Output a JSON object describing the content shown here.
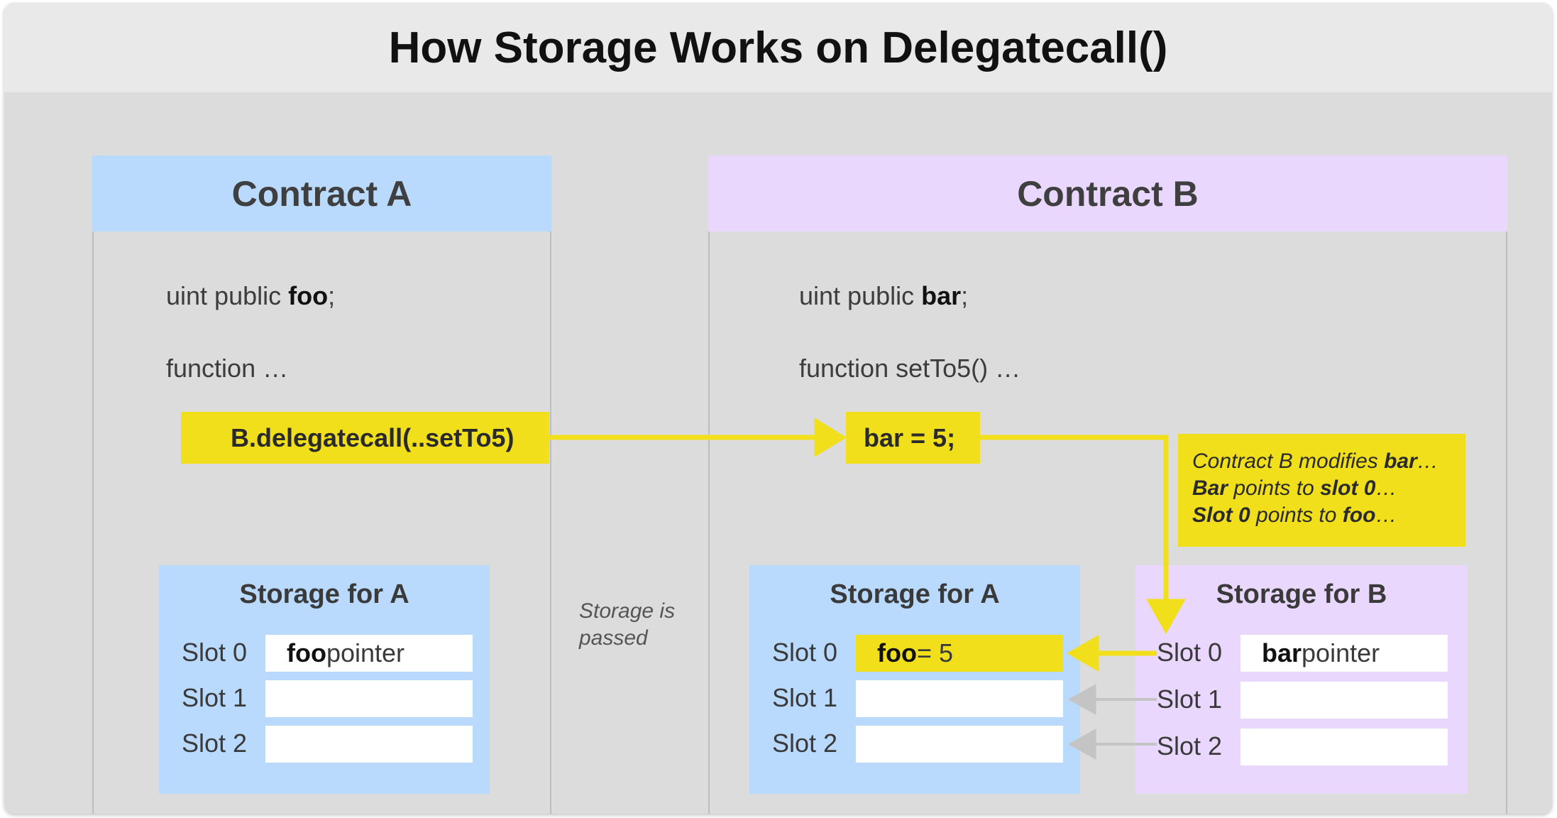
{
  "title": "How Storage Works on Delegatecall()",
  "contract_a": {
    "header": "Contract A",
    "var_decl": {
      "prefix": "uint public ",
      "name": "foo",
      "suffix": ";"
    },
    "function_line": "function …",
    "call": "B.delegatecall(..setTo5)",
    "storage": {
      "title": "Storage for A",
      "slots": [
        {
          "label": "Slot 0",
          "value_bold": "foo",
          "value_rest": " pointer"
        },
        {
          "label": "Slot 1",
          "value_bold": "",
          "value_rest": ""
        },
        {
          "label": "Slot 2",
          "value_bold": "",
          "value_rest": ""
        }
      ]
    }
  },
  "passed_note": {
    "line1": "Storage is",
    "line2": "passed"
  },
  "contract_b": {
    "header": "Contract B",
    "var_decl": {
      "prefix": "uint public ",
      "name": "bar",
      "suffix": ";"
    },
    "function_line": "function setTo5() …",
    "assignment": "bar = 5;",
    "note": [
      {
        "parts": [
          {
            "t": "Contract B modifies ",
            "b": false
          },
          {
            "t": "bar",
            "b": true
          },
          {
            "t": "…",
            "b": false
          }
        ]
      },
      {
        "parts": [
          {
            "t": "Bar",
            "b": true
          },
          {
            "t": " points to ",
            "b": false
          },
          {
            "t": "slot 0",
            "b": true
          },
          {
            "t": "…",
            "b": false
          }
        ]
      },
      {
        "parts": [
          {
            "t": "Slot 0",
            "b": true
          },
          {
            "t": " points to ",
            "b": false
          },
          {
            "t": "foo",
            "b": true
          },
          {
            "t": "…",
            "b": false
          }
        ]
      }
    ],
    "storage_a": {
      "title": "Storage for A",
      "slots": [
        {
          "label": "Slot 0",
          "value_bold": "foo",
          "value_rest": " = 5"
        },
        {
          "label": "Slot 1",
          "value_bold": "",
          "value_rest": ""
        },
        {
          "label": "Slot 2",
          "value_bold": "",
          "value_rest": ""
        }
      ]
    },
    "storage_b": {
      "title": "Storage for B",
      "slots": [
        {
          "label": "Slot 0",
          "value_bold": "bar",
          "value_rest": " pointer"
        },
        {
          "label": "Slot 1",
          "value_bold": "",
          "value_rest": ""
        },
        {
          "label": "Slot 2",
          "value_bold": "",
          "value_rest": ""
        }
      ]
    }
  },
  "colors": {
    "contract_a": "#b9dafd",
    "contract_b": "#ead7fd",
    "highlight": "#f2df1c",
    "arrow_active": "#f2df1c",
    "arrow_inactive": "#c4c4c4",
    "background": "#dcdcdc"
  }
}
